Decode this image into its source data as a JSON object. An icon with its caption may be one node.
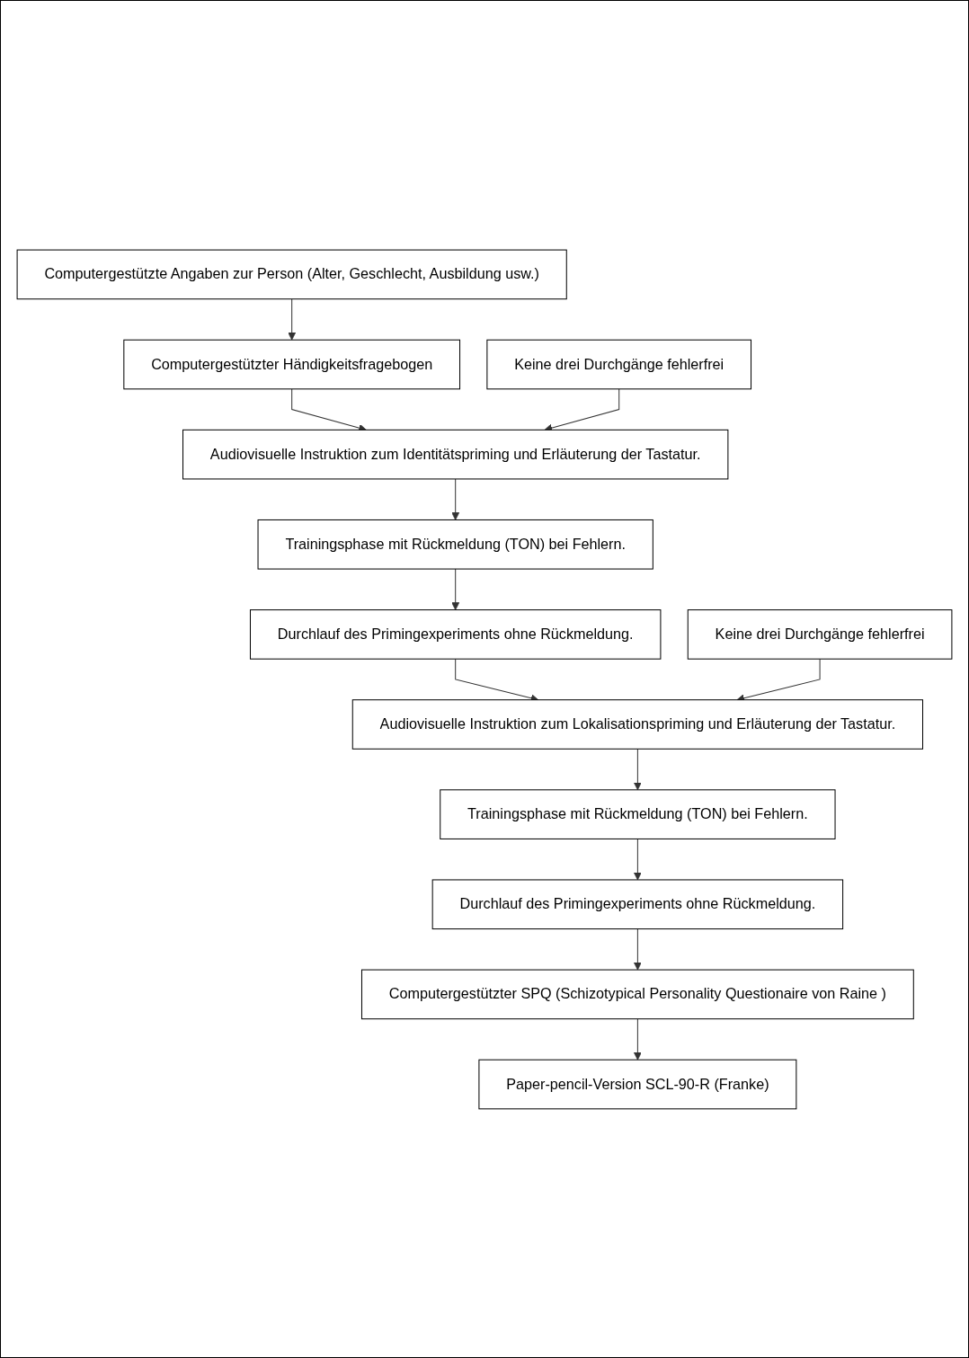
{
  "diagram": {
    "nodes": [
      {
        "text": [
          "Computergestützte Angaben zur Person (Alter, Geschlecht, Ausbildung usw.)"
        ]
      },
      {
        "text": [
          "Computergestützter Händigkeitsfragebogen"
        ]
      },
      {
        "text": [
          "Audiovisuelle Instruktion zum Identitätspriming und Erläuterung der Tastatur."
        ]
      },
      {
        "text": [
          "Trainingsphase mit Rückmeldung (TON) bei Fehlern."
        ]
      },
      {
        "text": [
          "Keine drei Durchgänge fehlerfrei"
        ]
      },
      {
        "text": [
          "Durchlauf des Primingexperiments ohne Rückmeldung."
        ]
      },
      {
        "text": [
          "Audiovisuelle Instruktion zum Lokalisationspriming und Erläuterung der Tastatur."
        ]
      },
      {
        "text": [
          "Trainingsphase mit Rückmeldung (TON) bei Fehlern."
        ]
      },
      {
        "text": [
          "Keine drei Durchgänge fehlerfrei"
        ]
      },
      {
        "text": [
          "Durchlauf des Primingexperiments ohne Rückmeldung."
        ]
      },
      {
        "text": [
          "Computergestützter SPQ (Schizotypical Personality Questionaire von Raine )"
        ]
      },
      {
        "text": [
          "Paper-pencil-Version SCL-90-R (Franke)"
        ]
      }
    ],
    "edges": [
      {
        "from": 0,
        "to": 1,
        "arrow": "to"
      },
      {
        "from": 1,
        "to": 2,
        "arrow": "to"
      },
      {
        "from": 2,
        "to": 3,
        "arrow": "to"
      },
      {
        "from": 4,
        "to": 2,
        "arrow": "to"
      },
      {
        "from": 3,
        "to": 5,
        "arrow": "to"
      },
      {
        "from": 5,
        "to": 6,
        "arrow": "to"
      },
      {
        "from": 6,
        "to": 7,
        "arrow": "to"
      },
      {
        "from": 8,
        "to": 6,
        "arrow": "to"
      },
      {
        "from": 7,
        "to": 9,
        "arrow": "to"
      },
      {
        "from": 9,
        "to": 10,
        "arrow": "to"
      },
      {
        "from": 10,
        "to": 11,
        "arrow": "to"
      }
    ]
  }
}
